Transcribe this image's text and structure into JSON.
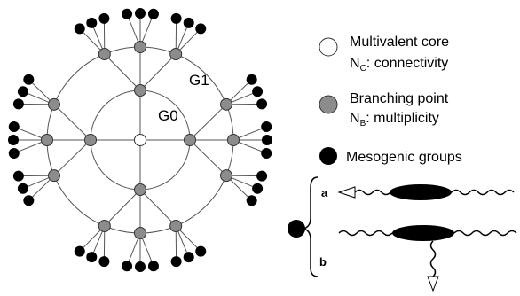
{
  "diagram": {
    "generation_labels": {
      "inner": "G0",
      "outer": "G1"
    },
    "core_connectivity": 4,
    "branch_multiplicity": 3,
    "colors": {
      "core_fill": "#ffffff",
      "branch_fill": "#8c8c8c",
      "mesogen_fill": "#000000",
      "line": "#555555"
    }
  },
  "legend": {
    "core": {
      "line1": "Multivalent core",
      "sub_prefix": "N",
      "sub_subscript": "C",
      "sub_suffix": ": connectivity"
    },
    "branch": {
      "line1": "Branching point",
      "sub_prefix": "N",
      "sub_subscript": "B",
      "sub_suffix": ": multiplicity"
    },
    "mesogen": {
      "label": "Mesogenic groups"
    }
  },
  "attachments": {
    "a_label": "a",
    "b_label": "b"
  }
}
